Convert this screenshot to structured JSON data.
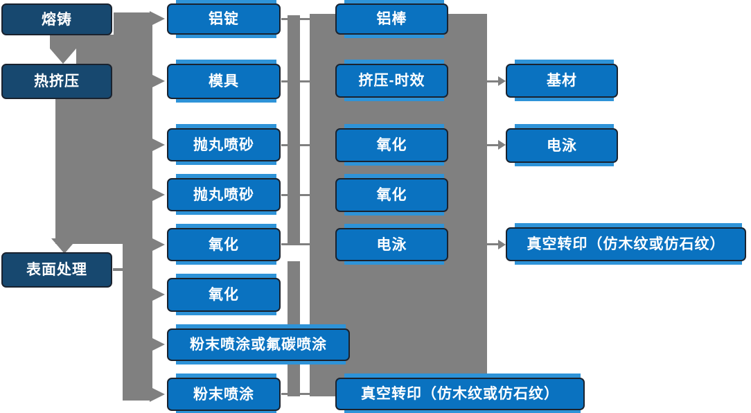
{
  "colors": {
    "node_blue": "#0a72c0",
    "node_dark": "#17486f",
    "accent_strip": "#2e93d8",
    "connector_gray": "#808080",
    "border_dark": "#1a222e",
    "text_white": "#ffffff"
  },
  "nodes": {
    "melting": {
      "label": "熔铸"
    },
    "hot_extrusion": {
      "label": "热挤压"
    },
    "surface_treatment": {
      "label": "表面处理"
    },
    "ingot": {
      "label": "铝锭"
    },
    "mold": {
      "label": "模具"
    },
    "shot_blast_a": {
      "label": "抛丸喷砂"
    },
    "shot_blast_b": {
      "label": "抛丸喷砂"
    },
    "oxide_a": {
      "label": "氧化"
    },
    "oxide_b": {
      "label": "氧化"
    },
    "powder_fluoro": {
      "label": "粉末喷涂或氟碳喷涂"
    },
    "powder": {
      "label": "粉末喷涂"
    },
    "rod": {
      "label": "铝棒"
    },
    "extrusion_aging": {
      "label": "挤压-时效"
    },
    "oxide_c": {
      "label": "氧化"
    },
    "oxide_d": {
      "label": "氧化"
    },
    "electro_a": {
      "label": "电泳"
    },
    "vacuum_a": {
      "label": "真空转印（仿木纹或仿石纹）"
    },
    "substrate": {
      "label": "基材"
    },
    "electro_b": {
      "label": "电泳"
    },
    "vacuum_b": {
      "label": "真空转印（仿木纹或仿石纹）"
    }
  },
  "edges": [
    {
      "from": "melting",
      "to": "ingot"
    },
    {
      "from": "melting",
      "to": "hot_extrusion"
    },
    {
      "from": "hot_extrusion",
      "to": "mold"
    },
    {
      "from": "hot_extrusion",
      "to": "shot_blast_a"
    },
    {
      "from": "hot_extrusion",
      "to": "shot_blast_b"
    },
    {
      "from": "hot_extrusion",
      "to": "oxide_a"
    },
    {
      "from": "hot_extrusion",
      "to": "surface_treatment"
    },
    {
      "from": "surface_treatment",
      "to": "oxide_b"
    },
    {
      "from": "surface_treatment",
      "to": "powder_fluoro"
    },
    {
      "from": "surface_treatment",
      "to": "powder"
    },
    {
      "from": "ingot",
      "to": "rod"
    },
    {
      "from": "mold",
      "to": "extrusion_aging"
    },
    {
      "from": "shot_blast_a",
      "to": "oxide_c"
    },
    {
      "from": "shot_blast_b",
      "to": "oxide_d"
    },
    {
      "from": "oxide_a",
      "to": "electro_a"
    },
    {
      "from": "powder",
      "to": "vacuum_a"
    },
    {
      "from": "extrusion_aging",
      "to": "substrate"
    },
    {
      "from": "oxide_c",
      "to": "electro_b"
    },
    {
      "from": "electro_a",
      "to": "vacuum_b"
    }
  ]
}
